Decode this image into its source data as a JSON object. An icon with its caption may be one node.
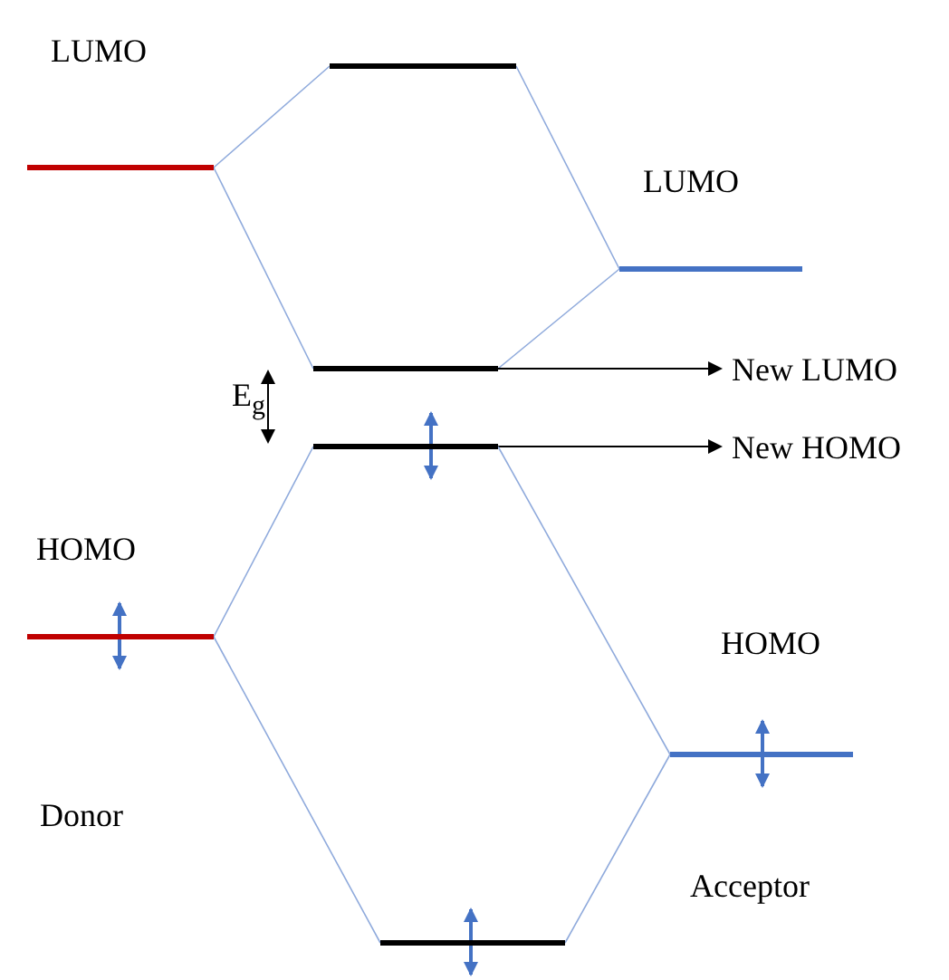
{
  "diagram": {
    "nodes": [
      {
        "text": [
          "LUMO"
        ]
      },
      {
        "text": [],
        "shape": "bar"
      },
      {
        "text": [
          "LUMO"
        ]
      },
      {
        "text": [],
        "shape": "bar"
      },
      {
        "text": [],
        "shape": "bar"
      },
      {
        "text": [
          "New LUMO"
        ]
      },
      {
        "text": [
          "New HOMO"
        ]
      },
      {
        "text": [
          "HOMO"
        ]
      },
      {
        "text": [
          "HOMO"
        ]
      },
      {
        "text": [],
        "shape": "bar"
      }
    ],
    "edges": [
      {
        "from": 0,
        "to": 1,
        "arrow": "none"
      },
      {
        "from": 1,
        "to": 2,
        "arrow": "none"
      },
      {
        "from": 0,
        "to": 3,
        "arrow": "none"
      },
      {
        "from": 2,
        "to": 3,
        "arrow": "none"
      },
      {
        "from": 3,
        "to": 5,
        "arrow": "to",
        "color": "#000000"
      },
      {
        "from": 4,
        "to": 6,
        "arrow": "to",
        "color": "#000000"
      },
      {
        "from": 7,
        "to": 4,
        "arrow": "none"
      },
      {
        "from": 8,
        "to": 4,
        "arrow": "none"
      },
      {
        "from": 7,
        "to": 9,
        "arrow": "none"
      },
      {
        "from": 8,
        "to": 9,
        "arrow": "none"
      }
    ],
    "labels": [
      "E$_{g}$",
      "Donor",
      "Acceptor"
    ]
  }
}
